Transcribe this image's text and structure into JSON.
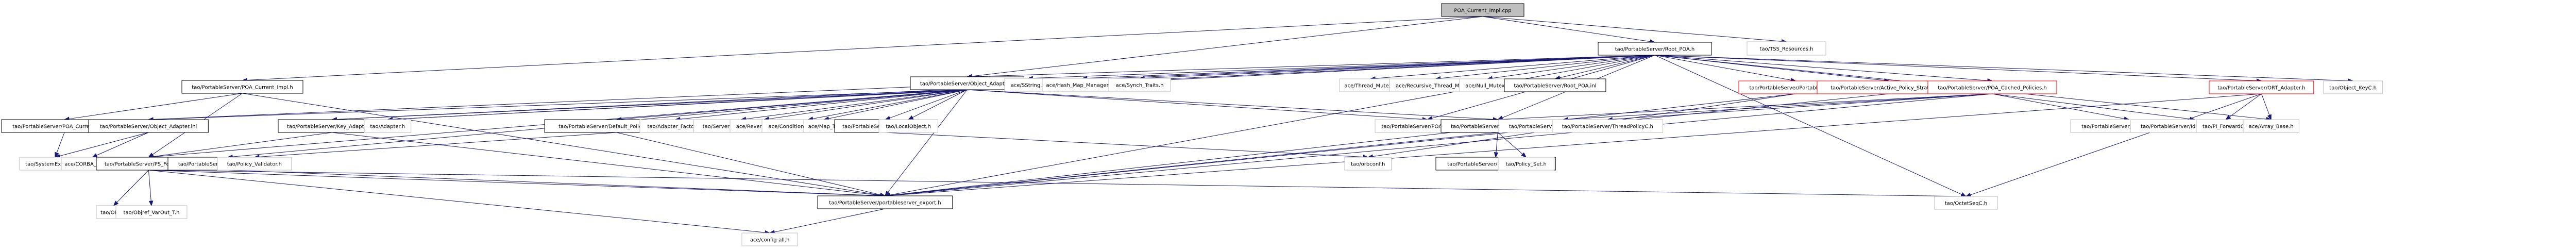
{
  "title": "POA_Current_Impl.cpp include dependency graph",
  "legend": {
    "root_color": "#bfbfbf",
    "documented_border": "#000000",
    "external_border": "#bfbfbf",
    "truncated_border": "#ff0000",
    "edge_color": "#191970"
  },
  "nodes": [
    {
      "id": "root",
      "label": "POA_Current_Impl.cpp",
      "kind": "root"
    },
    {
      "id": "root_poa_h",
      "label": "tao/PortableServer/Root_POA.h",
      "kind": "doc"
    },
    {
      "id": "tss_res",
      "label": "tao/TSS_Resources.h",
      "kind": "ext"
    },
    {
      "id": "poa_cur_h",
      "label": "tao/PortableServer/POA_Current_Impl.h",
      "kind": "doc"
    },
    {
      "id": "obj_adapter_h",
      "label": "tao/PortableServer/Object_Adapter.h",
      "kind": "doc"
    },
    {
      "id": "sstring",
      "label": "ace/SString.h",
      "kind": "ext"
    },
    {
      "id": "hash_map",
      "label": "ace/Hash_Map_Manager_T.h",
      "kind": "ext"
    },
    {
      "id": "synch_traits",
      "label": "ace/Synch_Traits.h",
      "kind": "ext"
    },
    {
      "id": "thread_mutex",
      "label": "ace/Thread_Mutex.h",
      "kind": "ext"
    },
    {
      "id": "rec_thread_mutex",
      "label": "ace/Recursive_Thread_Mutex.h",
      "kind": "ext"
    },
    {
      "id": "null_mutex",
      "label": "ace/Null_Mutex.h",
      "kind": "ext"
    },
    {
      "id": "root_poa_inl",
      "label": "tao/PortableServer/Root_POA.inl",
      "kind": "doc"
    },
    {
      "id": "portableserver_h",
      "label": "tao/PortableServer/PortableServer.h",
      "kind": "trunc"
    },
    {
      "id": "active_policy",
      "label": "tao/PortableServer/Active_Policy_Strategies.h",
      "kind": "trunc"
    },
    {
      "id": "poa_cached",
      "label": "tao/PortableServer/POA_Cached_Policies.h",
      "kind": "trunc"
    },
    {
      "id": "ort_adapter",
      "label": "tao/PortableServer/ORT_Adapter.h",
      "kind": "trunc"
    },
    {
      "id": "object_keyc",
      "label": "tao/Object_KeyC.h",
      "kind": "ext"
    },
    {
      "id": "poa_cur_inl",
      "label": "tao/PortableServer/POA_Current_Impl.inl",
      "kind": "doc"
    },
    {
      "id": "obj_adapter_inl",
      "label": "tao/PortableServer/Object_Adapter.inl",
      "kind": "doc"
    },
    {
      "id": "key_adapters",
      "label": "tao/PortableServer/Key_Adapters.h",
      "kind": "doc"
    },
    {
      "id": "adapter_h",
      "label": "tao/Adapter.h",
      "kind": "ext"
    },
    {
      "id": "default_pv",
      "label": "tao/PortableServer/Default_Policy_Validator.h",
      "kind": "doc"
    },
    {
      "id": "adapter_factory",
      "label": "tao/Adapter_Factory.h",
      "kind": "ext"
    },
    {
      "id": "server_strategy",
      "label": "tao/Server_Strategy_Factory.h",
      "kind": "ext"
    },
    {
      "id": "reverse_lock",
      "label": "ace/Reverse_Lock_T.h",
      "kind": "ext"
    },
    {
      "id": "cond_thread_mutex",
      "label": "ace/Condition_Thread_Mutex.h",
      "kind": "ext"
    },
    {
      "id": "map_t",
      "label": "ace/Map_T.h",
      "kind": "ext"
    },
    {
      "id": "poa_macros",
      "label": "tao/PortableServer/poa_macros.h",
      "kind": "doc"
    },
    {
      "id": "localobject",
      "label": "tao/LocalObject.h",
      "kind": "ext"
    },
    {
      "id": "poamanagerc",
      "label": "tao/PortableServer/POAManagerC.h",
      "kind": "ext"
    },
    {
      "id": "poa_policy_set_h",
      "label": "tao/PortableServer/POA_Policy_Set.h",
      "kind": "doc"
    },
    {
      "id": "idassign",
      "label": "tao/PortableServer/IdAssignmentPolicyC.h",
      "kind": "ext"
    },
    {
      "id": "threadpolicy",
      "label": "tao/PortableServer/ThreadPolicyC.h",
      "kind": "ext"
    },
    {
      "id": "lifespan",
      "label": "tao/PortableServer/LifespanPolicyC.h",
      "kind": "ext"
    },
    {
      "id": "iduniq",
      "label": "tao/PortableServer/IdUniquenessPolicyC.h",
      "kind": "ext"
    },
    {
      "id": "pi_forwardc",
      "label": "tao/PI_ForwardC.h",
      "kind": "ext"
    },
    {
      "id": "array_base",
      "label": "ace/Array_Base.h",
      "kind": "ext"
    },
    {
      "id": "sysexc",
      "label": "tao/SystemException.h",
      "kind": "ext"
    },
    {
      "id": "corba_macros",
      "label": "ace/CORBA_macros.h",
      "kind": "ext"
    },
    {
      "id": "ps_forwardc",
      "label": "tao/PortableServer/PS_ForwardC.h",
      "kind": "doc"
    },
    {
      "id": "servant_location",
      "label": "tao/PortableServer/Servant_Location.h",
      "kind": "doc"
    },
    {
      "id": "policy_validator",
      "label": "tao/Policy_Validator.h",
      "kind": "ext"
    },
    {
      "id": "orbconf",
      "label": "tao/orbconf.h",
      "kind": "ext"
    },
    {
      "id": "poa_policy_set_inl",
      "label": "tao/PortableServer/POA_Policy_Set.inl",
      "kind": "doc"
    },
    {
      "id": "policy_set",
      "label": "tao/Policy_Set.h",
      "kind": "ext"
    },
    {
      "id": "orb_h",
      "label": "tao/ORB.h",
      "kind": "ext"
    },
    {
      "id": "objref_varout",
      "label": "tao/Objref_VarOut_T.h",
      "kind": "ext"
    },
    {
      "id": "ps_export",
      "label": "tao/PortableServer/portableserver_export.h",
      "kind": "doc"
    },
    {
      "id": "octetseqc",
      "label": "tao/OctetSeqC.h",
      "kind": "ext"
    },
    {
      "id": "config_all",
      "label": "ace/config-all.h",
      "kind": "ext"
    }
  ],
  "edges": [
    [
      "root",
      "root_poa_h"
    ],
    [
      "root",
      "tss_res"
    ],
    [
      "root",
      "poa_cur_h"
    ],
    [
      "root",
      "obj_adapter_h"
    ],
    [
      "root_poa_h",
      "obj_adapter_h"
    ],
    [
      "root_poa_h",
      "sstring"
    ],
    [
      "root_poa_h",
      "hash_map"
    ],
    [
      "root_poa_h",
      "synch_traits"
    ],
    [
      "root_poa_h",
      "thread_mutex"
    ],
    [
      "root_poa_h",
      "rec_thread_mutex"
    ],
    [
      "root_poa_h",
      "null_mutex"
    ],
    [
      "root_poa_h",
      "root_poa_inl"
    ],
    [
      "root_poa_h",
      "portableserver_h"
    ],
    [
      "root_poa_h",
      "active_policy"
    ],
    [
      "root_poa_h",
      "poa_cached"
    ],
    [
      "root_poa_h",
      "ort_adapter"
    ],
    [
      "root_poa_h",
      "object_keyc"
    ],
    [
      "root_poa_h",
      "poamanagerc"
    ],
    [
      "root_poa_h",
      "poa_policy_set_h"
    ],
    [
      "root_poa_h",
      "array_base"
    ],
    [
      "root_poa_h",
      "octetseqc"
    ],
    [
      "root_poa_h",
      "ps_export"
    ],
    [
      "root_poa_h",
      "obj_adapter_inl"
    ],
    [
      "root_poa_h",
      "key_adapters"
    ],
    [
      "root_poa_h",
      "adapter_h"
    ],
    [
      "poa_cur_h",
      "poa_cur_inl"
    ],
    [
      "poa_cur_h",
      "ps_forwardc"
    ],
    [
      "poa_cur_h",
      "ps_export"
    ],
    [
      "poa_cur_inl",
      "sysexc"
    ],
    [
      "obj_adapter_h",
      "obj_adapter_inl"
    ],
    [
      "obj_adapter_h",
      "key_adapters"
    ],
    [
      "obj_adapter_h",
      "adapter_h"
    ],
    [
      "obj_adapter_h",
      "default_pv"
    ],
    [
      "obj_adapter_h",
      "adapter_factory"
    ],
    [
      "obj_adapter_h",
      "server_strategy"
    ],
    [
      "obj_adapter_h",
      "reverse_lock"
    ],
    [
      "obj_adapter_h",
      "cond_thread_mutex"
    ],
    [
      "obj_adapter_h",
      "map_t"
    ],
    [
      "obj_adapter_h",
      "poa_macros"
    ],
    [
      "obj_adapter_h",
      "localobject"
    ],
    [
      "obj_adapter_h",
      "poamanagerc"
    ],
    [
      "obj_adapter_h",
      "poa_policy_set_h"
    ],
    [
      "obj_adapter_h",
      "servant_location"
    ],
    [
      "obj_adapter_h",
      "ps_export"
    ],
    [
      "obj_adapter_h",
      "ps_forwardc"
    ],
    [
      "obj_adapter_inl",
      "sysexc"
    ],
    [
      "obj_adapter_inl",
      "corba_macros"
    ],
    [
      "key_adapters",
      "ps_forwardc"
    ],
    [
      "key_adapters",
      "ps_export"
    ],
    [
      "default_pv",
      "policy_validator"
    ],
    [
      "default_pv",
      "ps_export"
    ],
    [
      "poa_macros",
      "orbconf"
    ],
    [
      "portableserver_h",
      "ps_export"
    ],
    [
      "portableserver_h",
      "orbconf"
    ],
    [
      "active_policy",
      "ps_export"
    ],
    [
      "poa_cached",
      "idassign"
    ],
    [
      "poa_cached",
      "threadpolicy"
    ],
    [
      "poa_cached",
      "lifespan"
    ],
    [
      "poa_cached",
      "iduniq"
    ],
    [
      "poa_cached",
      "ps_export"
    ],
    [
      "poa_cached",
      "poa_policy_set_h"
    ],
    [
      "ort_adapter",
      "pi_forwardc"
    ],
    [
      "ort_adapter",
      "array_base"
    ],
    [
      "ort_adapter",
      "ps_export"
    ],
    [
      "ort_adapter",
      "octetseqc"
    ],
    [
      "poa_policy_set_h",
      "poa_policy_set_inl"
    ],
    [
      "poa_policy_set_h",
      "policy_set"
    ],
    [
      "poa_policy_set_h",
      "ps_export"
    ],
    [
      "ps_forwardc",
      "orb_h"
    ],
    [
      "ps_forwardc",
      "objref_varout"
    ],
    [
      "ps_forwardc",
      "ps_export"
    ],
    [
      "ps_forwardc",
      "octetseqc"
    ],
    [
      "ps_forwardc",
      "config_all"
    ],
    [
      "servant_location",
      "ps_export"
    ],
    [
      "ps_export",
      "config_all"
    ]
  ]
}
